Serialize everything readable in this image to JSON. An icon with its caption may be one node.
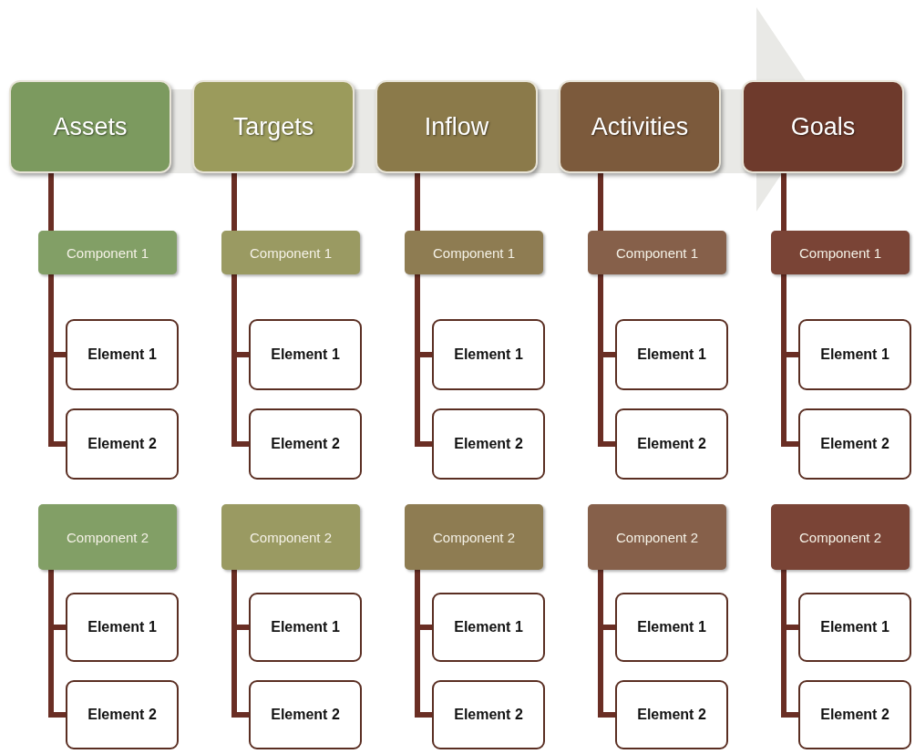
{
  "diagram": {
    "nodes": [
      {
        "text": [
          "Assets"
        ]
      },
      {
        "text": [
          "Component 1"
        ]
      },
      {
        "text": [
          "Element 1"
        ]
      },
      {
        "text": [
          "Element 2"
        ]
      },
      {
        "text": [
          "Component 2"
        ]
      },
      {
        "text": [
          "Element 1"
        ]
      },
      {
        "text": [
          "Element 2"
        ]
      },
      {
        "text": [
          "Targets"
        ]
      },
      {
        "text": [
          "Component 1"
        ]
      },
      {
        "text": [
          "Element 1"
        ]
      },
      {
        "text": [
          "Element 2"
        ]
      },
      {
        "text": [
          "Component 2"
        ]
      },
      {
        "text": [
          "Element 1"
        ]
      },
      {
        "text": [
          "Element 2"
        ]
      },
      {
        "text": [
          "Inflow"
        ]
      },
      {
        "text": [
          "Component 1"
        ]
      },
      {
        "text": [
          "Element 1"
        ]
      },
      {
        "text": [
          "Element 2"
        ]
      },
      {
        "text": [
          "Component 2"
        ]
      },
      {
        "text": [
          "Element 1"
        ]
      },
      {
        "text": [
          "Element 2"
        ]
      },
      {
        "text": [
          "Activities"
        ]
      },
      {
        "text": [
          "Component 1"
        ]
      },
      {
        "text": [
          "Element 1"
        ]
      },
      {
        "text": [
          "Element 2"
        ]
      },
      {
        "text": [
          "Component 2"
        ]
      },
      {
        "text": [
          "Element 1"
        ]
      },
      {
        "text": [
          "Element 2"
        ]
      },
      {
        "text": [
          "Goals"
        ]
      },
      {
        "text": [
          "Component 1"
        ]
      },
      {
        "text": [
          "Element 1"
        ]
      },
      {
        "text": [
          "Element 2"
        ]
      },
      {
        "text": [
          "Component 2"
        ]
      },
      {
        "text": [
          "Element 1"
        ]
      },
      {
        "text": [
          "Element 2"
        ]
      }
    ],
    "edges": [
      {
        "from": 0,
        "to": 1,
        "arrow": "none"
      },
      {
        "from": 1,
        "to": 2,
        "arrow": "none"
      },
      {
        "from": 1,
        "to": 3,
        "arrow": "none"
      },
      {
        "from": 4,
        "to": 5,
        "arrow": "none"
      },
      {
        "from": 4,
        "to": 6,
        "arrow": "none"
      },
      {
        "from": 7,
        "to": 8,
        "arrow": "none"
      },
      {
        "from": 8,
        "to": 9,
        "arrow": "none"
      },
      {
        "from": 8,
        "to": 10,
        "arrow": "none"
      },
      {
        "from": 11,
        "to": 12,
        "arrow": "none"
      },
      {
        "from": 11,
        "to": 13,
        "arrow": "none"
      },
      {
        "from": 14,
        "to": 15,
        "arrow": "none"
      },
      {
        "from": 15,
        "to": 16,
        "arrow": "none"
      },
      {
        "from": 15,
        "to": 17,
        "arrow": "none"
      },
      {
        "from": 18,
        "to": 19,
        "arrow": "none"
      },
      {
        "from": 18,
        "to": 20,
        "arrow": "none"
      },
      {
        "from": 21,
        "to": 22,
        "arrow": "none"
      },
      {
        "from": 22,
        "to": 23,
        "arrow": "none"
      },
      {
        "from": 22,
        "to": 24,
        "arrow": "none"
      },
      {
        "from": 25,
        "to": 26,
        "arrow": "none"
      },
      {
        "from": 25,
        "to": 27,
        "arrow": "none"
      },
      {
        "from": 28,
        "to": 29,
        "arrow": "none"
      },
      {
        "from": 29,
        "to": 30,
        "arrow": "none"
      },
      {
        "from": 29,
        "to": 31,
        "arrow": "none"
      },
      {
        "from": 32,
        "to": 33,
        "arrow": "none"
      },
      {
        "from": 32,
        "to": 34,
        "arrow": "none"
      }
    ]
  }
}
